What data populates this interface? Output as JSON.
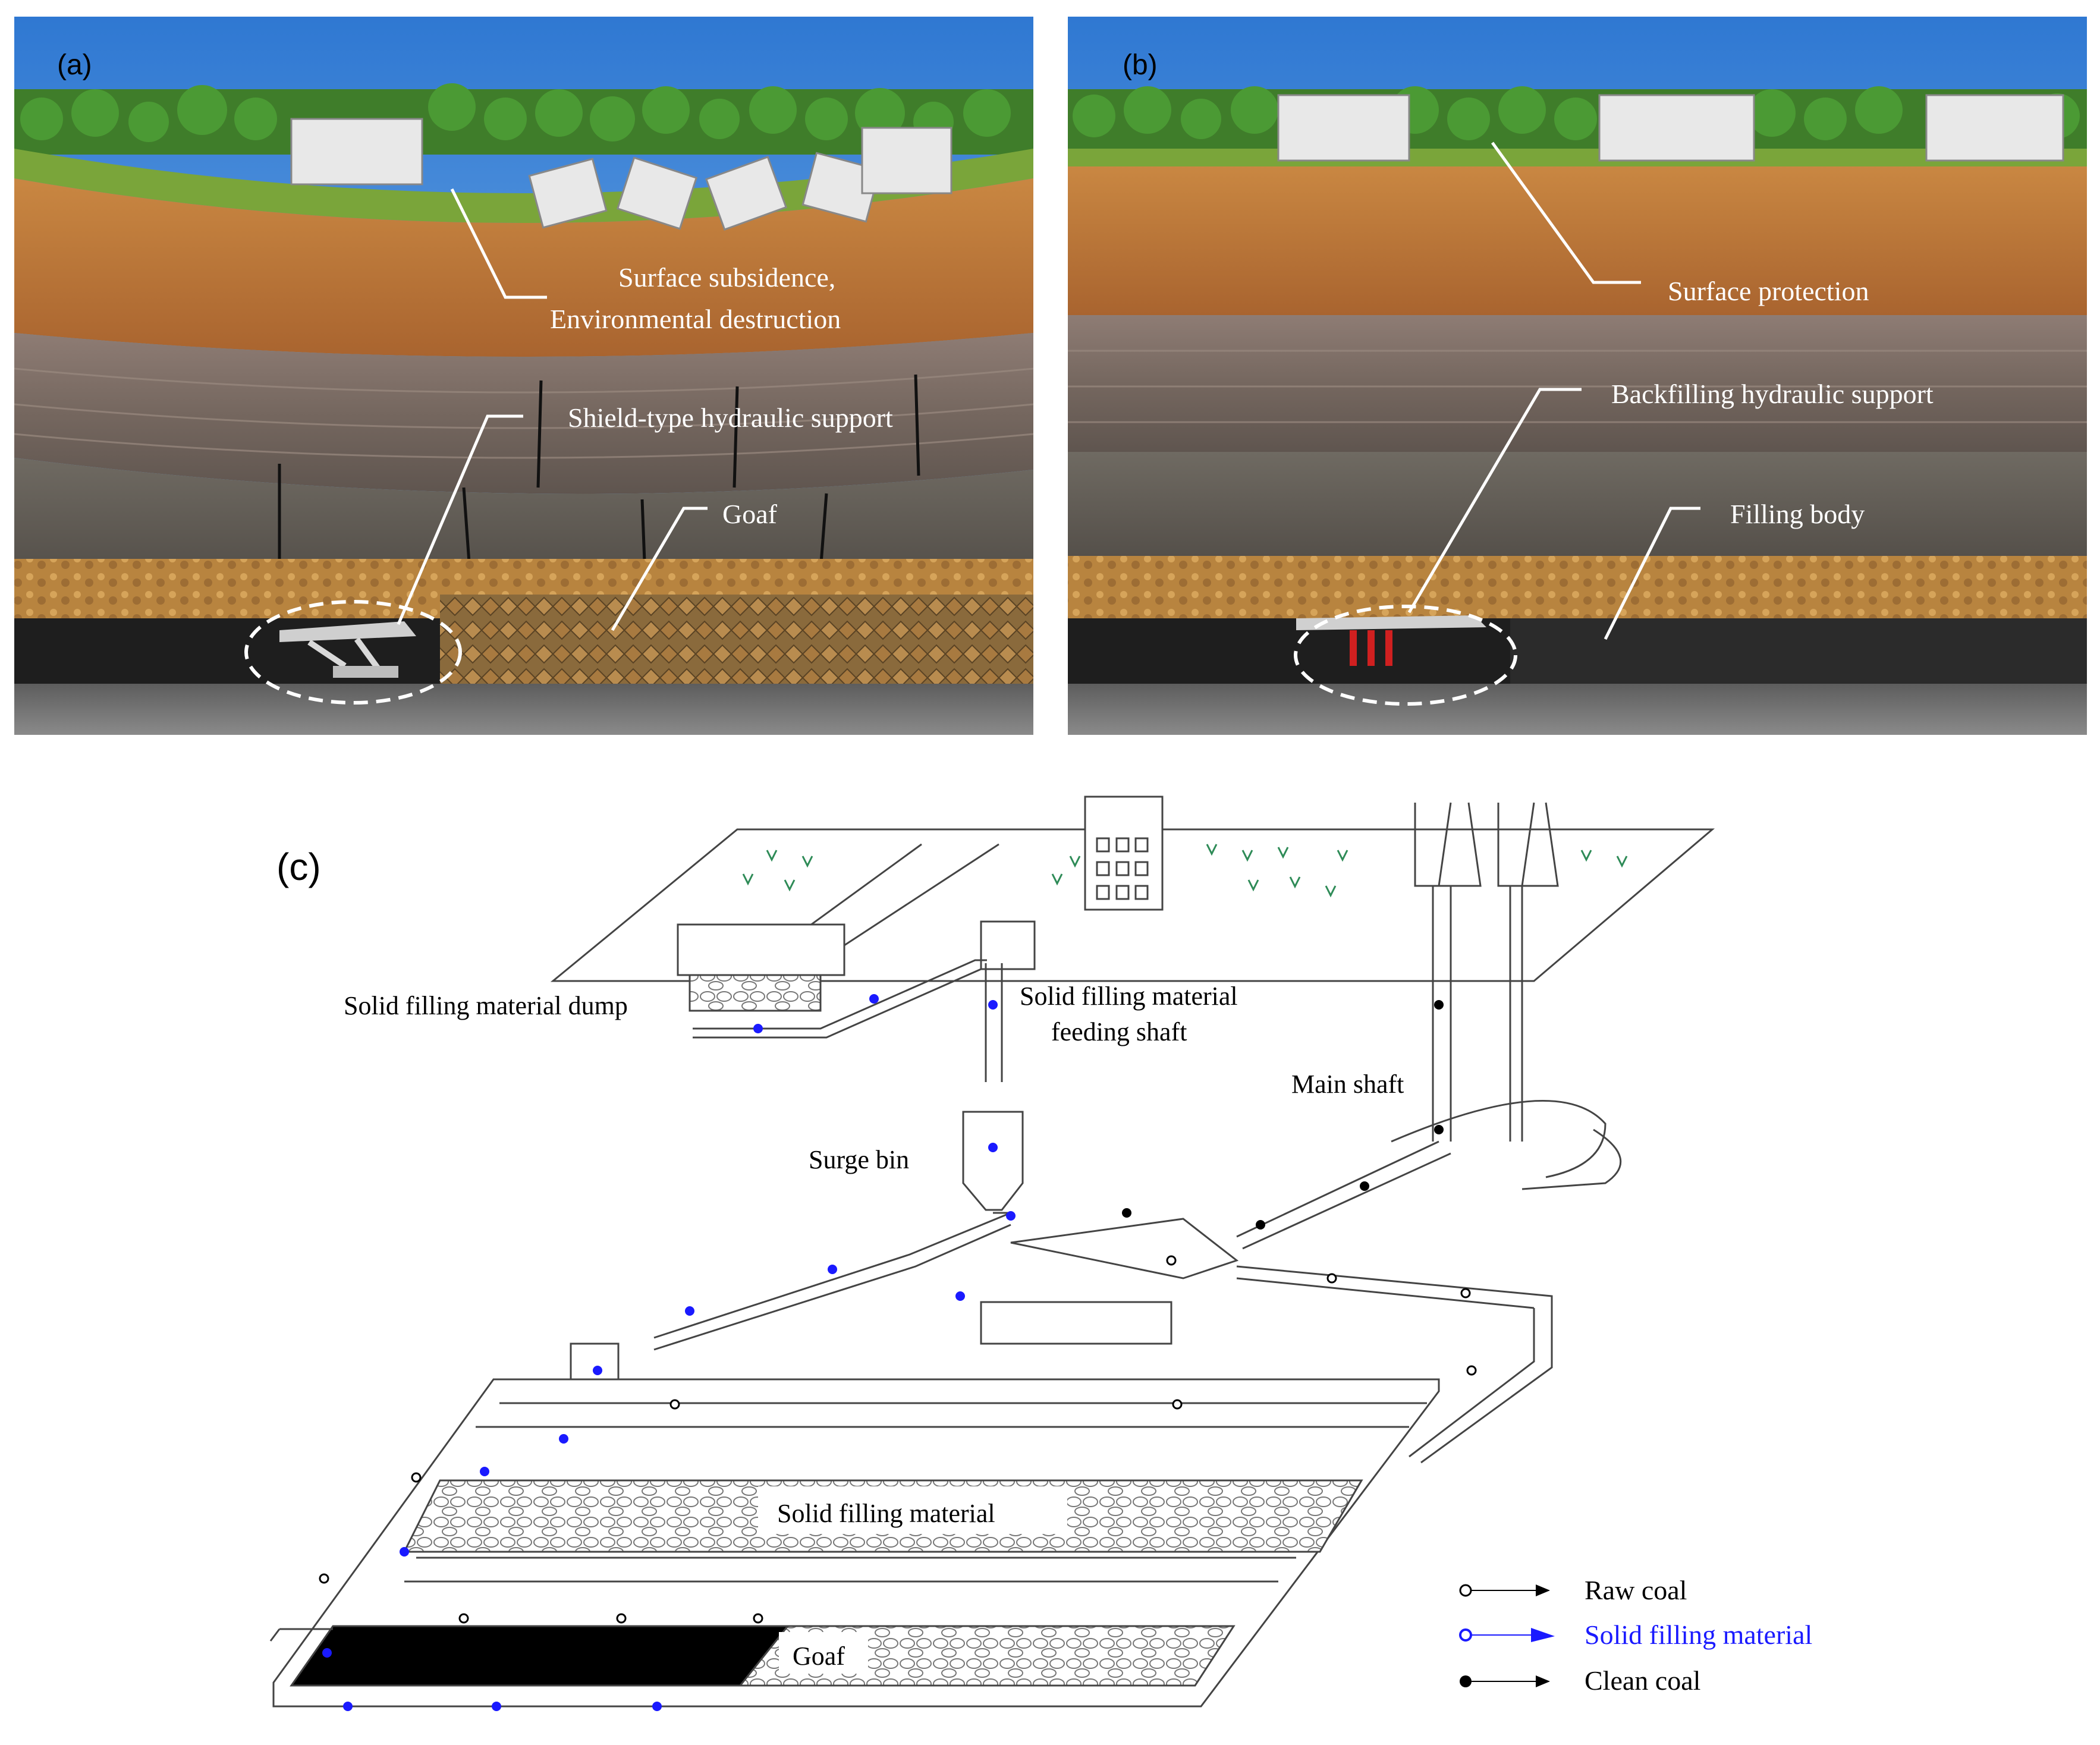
{
  "panel_a": {
    "label": "(a)",
    "surface_line1": "Surface subsidence,",
    "surface_line2": "Environmental destruction",
    "support": "Shield-type hydraulic support",
    "goaf": "Goaf"
  },
  "panel_b": {
    "label": "(b)",
    "surface": "Surface protection",
    "support": "Backfilling hydraulic support",
    "filling": "Filling body"
  },
  "panel_c": {
    "label": "(c)",
    "dump": "Solid filling material dump",
    "feed_line1": "Solid filling material",
    "feed_line2": "feeding shaft",
    "main_shaft": "Main shaft",
    "surge_bin": "Surge bin",
    "filling_material": "Solid filling material",
    "goaf": "Goaf",
    "legend": [
      {
        "label": "Raw coal",
        "color": "#000000"
      },
      {
        "label": "Solid filling material",
        "color": "#1a1aff"
      },
      {
        "label": "Clean coal",
        "color": "#000000"
      }
    ]
  },
  "colors": {
    "sky": "#3f86d6",
    "grass": "#7aa53a",
    "soil": "#c07a3e",
    "rock": "#7f6f67",
    "coal": "#1e1e1e",
    "arrow_blue": "#1a1aff"
  }
}
